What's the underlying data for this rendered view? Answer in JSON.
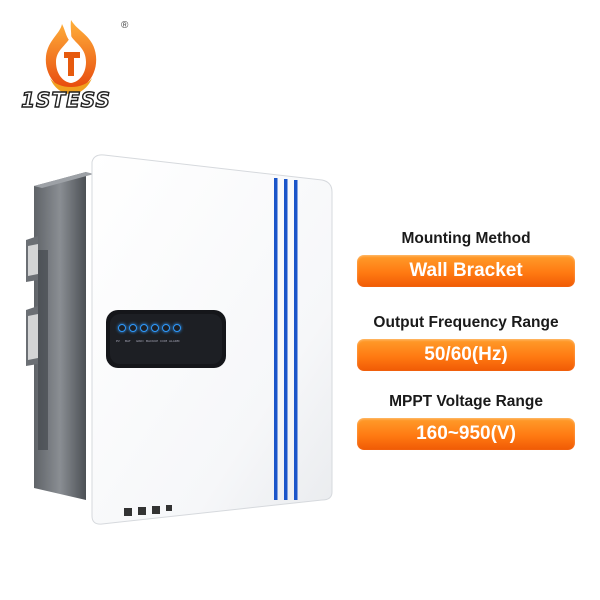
{
  "brand": {
    "name": "1STESS",
    "registered_mark": "®",
    "colors": {
      "flame": "#f07a12",
      "flame_dark": "#e0440f"
    }
  },
  "product": {
    "panel_labels": [
      "PV",
      "BAT",
      "GRID",
      "BACKUP",
      "COM",
      "ALARM"
    ],
    "indicator_color": "#2f9bff",
    "stripe_color": "#1b55c9"
  },
  "specs": [
    {
      "title": "Mounting Method",
      "value": "Wall Bracket"
    },
    {
      "title": "Output Frequency Range",
      "value": "50/60(Hz)"
    },
    {
      "title": "MPPT Voltage Range",
      "value": "160~950(V)"
    }
  ],
  "accent_color": "#ff7a12"
}
